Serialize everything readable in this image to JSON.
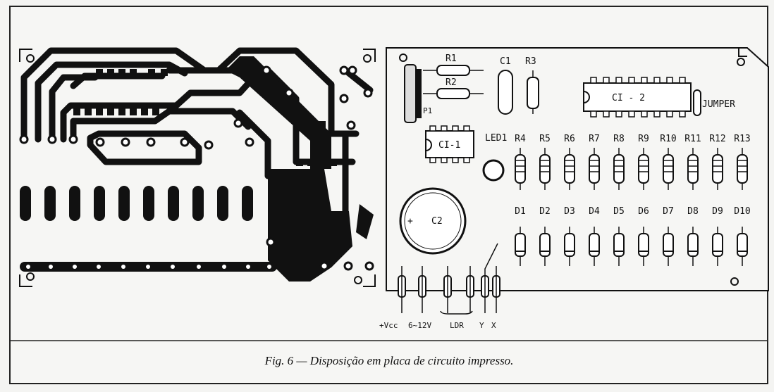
{
  "caption": "Fig. 6 — Disposição em placa de circuito impresso.",
  "labels": {
    "r1": "R1",
    "r2": "R2",
    "r3": "R3",
    "c1": "C1",
    "ci2": "CI - 2",
    "ci1": "CI-1",
    "jumper": "JUMPER",
    "p1": "P1",
    "led1": "LED1",
    "c2": "C2",
    "plus": "+",
    "vcc": "+Vcc",
    "v": "6~12V",
    "ldr": "LDR",
    "y": "Y",
    "x": "X"
  },
  "resistor_row": [
    "R4",
    "R5",
    "R6",
    "R7",
    "R8",
    "R9",
    "R10",
    "R11",
    "R12",
    "R13"
  ],
  "diode_row": [
    "D1",
    "D2",
    "D3",
    "D4",
    "D5",
    "D6",
    "D7",
    "D8",
    "D9",
    "D10"
  ]
}
